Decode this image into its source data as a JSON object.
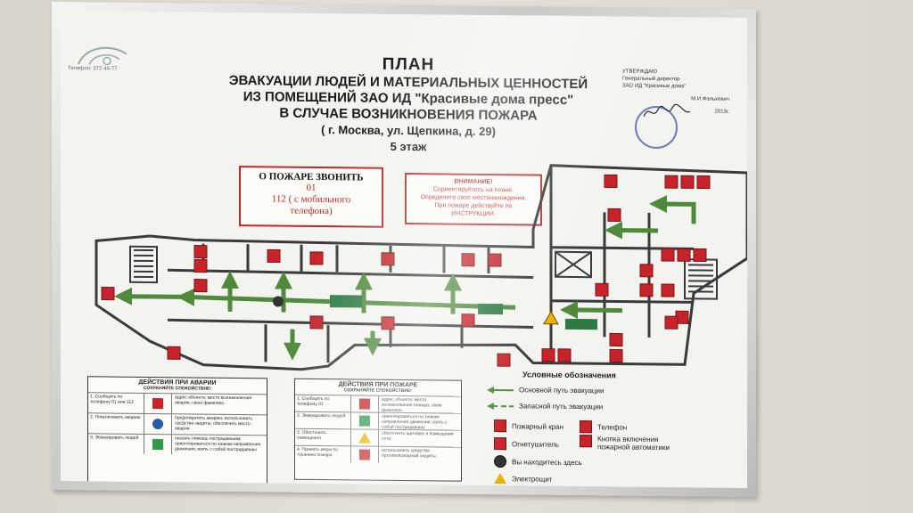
{
  "header": {
    "phone": "Телефон: 372-46-77",
    "title_lines": [
      "ПЛАН",
      "ЭВАКУАЦИИ ЛЮДЕЙ И МАТЕРИАЛЬНЫХ ЦЕННОСТЕЙ",
      "ИЗ ПОМЕЩЕНИЙ  ЗАО ИД \"Красивые дома пресс\"",
      "В СЛУЧАЕ ВОЗНИКНОВЕНИЯ ПОЖАРА",
      "( г. Москва, ул. Щепкина, д. 29)",
      "5 этаж"
    ]
  },
  "approval": {
    "lines": [
      "УТВЕРЖДАЮ",
      "Генеральный директор",
      "ЗАО ИД \"Красивые дома\"",
      "М.И.Фалькевич",
      "2013г."
    ]
  },
  "fire_call": {
    "heading": "О ПОЖАРЕ ЗВОНИТЬ",
    "lines": [
      "01",
      "112 ( с мобильного",
      "телефона)"
    ]
  },
  "attention": {
    "lines": [
      "ВНИМАНИЕ!",
      "Сориентируйтесь на плане.",
      "Определите свое местонахождения.",
      "При пожаре действуйте по",
      "ИНСТРУКЦИИ."
    ]
  },
  "accident_actions": {
    "heading": "ДЕЙСТВИЯ ПРИ АВАРИИ",
    "subheading": "СОХРАНЯЙТЕ СПОКОЙСТВИЕ!",
    "rows": [
      {
        "step": "1.  Сообщить по телефону 01 или 112",
        "text": "адрес объекта; место возникновения аварии; свою фамилию."
      },
      {
        "step": "2.  Локализовать аварию",
        "text": "предотвратить аварию; использовать средства защиты; обеспечить место аварии"
      },
      {
        "step": "3.  Эвакуировать людей",
        "text": "оказать помощь пострадавшим; ориентироваться по знакам направления движения; взять с собой пострадавших"
      }
    ]
  },
  "fire_actions": {
    "heading": "ДЕЙСТВИЯ ПРИ ПОЖАРЕ",
    "subheading": "СОХРАНЯЙТЕ СПОКОЙСТВИЕ!",
    "rows": [
      {
        "step": "1.  Сообщить по телефону 01",
        "text": "адрес объекта; место возникновения пожара; свою фамилию."
      },
      {
        "step": "2.  Эвакуировать людей",
        "text": "ориентироваться по знакам направления движения; взять с собой пострадавших"
      },
      {
        "step": "3.  Обесточить помещения",
        "text": "обесточить щитовую в помещении сети;"
      },
      {
        "step": "4.  Принять меры по тушению пожара",
        "text": "использовать средства противопожарной защиты."
      }
    ]
  },
  "legend": {
    "heading": "Условные обозначения",
    "items": [
      {
        "label": "Основной путь эвакуации",
        "icon": "main-evac-arrow-icon"
      },
      {
        "label": "Запасной путь эвакуации",
        "icon": "reserve-evac-arrow-icon"
      },
      {
        "label": "Пожарный кран",
        "icon": "fire-hydrant-icon"
      },
      {
        "label": "Телефон",
        "icon": "phone-icon"
      },
      {
        "label": "Огнетушитель",
        "icon": "extinguisher-icon"
      },
      {
        "label": "Кнопка включения пожарной автоматики",
        "icon": "fire-alarm-button-icon"
      },
      {
        "label": "Вы находитесь здесь",
        "icon": "you-are-here-icon"
      },
      {
        "label": "Электрощит",
        "icon": "electric-panel-icon"
      }
    ]
  },
  "colors": {
    "red": "#c6242a",
    "green": "#4f8a3c",
    "wall": "#3a3a3a"
  }
}
